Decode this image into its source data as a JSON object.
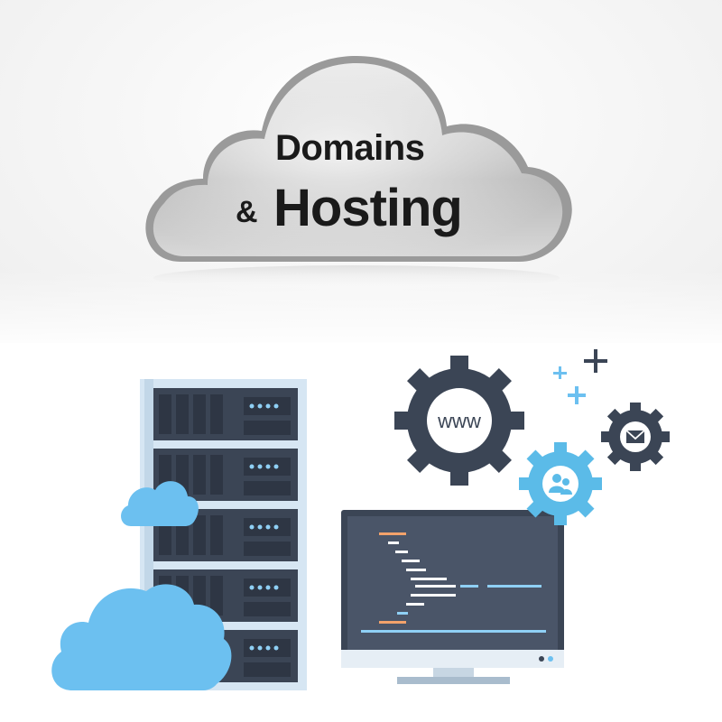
{
  "banner": {
    "title_line1": "Domains",
    "title_amp": "&",
    "title_line2": "Hosting"
  },
  "gears": {
    "large_label": "www",
    "large_icon": "www-globe-icon",
    "small_icon": "mail-envelope-icon",
    "medium_icon": "users-group-icon"
  },
  "colors": {
    "server_dark": "#3b4555",
    "server_frame": "#cfe0ef",
    "gear_dark": "#3b4555",
    "gear_blue": "#5bbbe8",
    "cloud_blue": "#6cc0f0",
    "code_orange": "#f2a26b",
    "code_white": "#ffffff",
    "code_blue": "#8fd0f5",
    "screen_bg": "#4a5568"
  }
}
